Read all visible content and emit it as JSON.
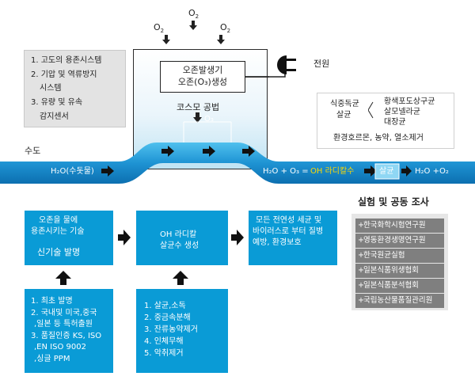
{
  "top_left_box": {
    "items": [
      "1. 고도의 용존시스템",
      "2. 기압 및 역류방지",
      "시스템",
      "3. 유량 및 유속",
      "감지센서"
    ]
  },
  "o2_labels": [
    "O",
    "O",
    "O"
  ],
  "o2_subscript": "2",
  "generator": {
    "line1": "오존발생기",
    "line2": "오존(O₃)생성"
  },
  "method": "코스모 공법",
  "o3_label": "O₃",
  "power_label": "전원",
  "water_source": "수도",
  "h2o_label": "H₂O(수돗물)",
  "reaction": {
    "left": "H₂O + O₃ =",
    "highlight": "OH 라디칼수",
    "sterilize": "살균",
    "result": "H₂O +O₂"
  },
  "bacteria_box": {
    "left1": "식중독균",
    "left2": "살균",
    "right1": "황색포도상구균",
    "right2": "살모넬라균",
    "right3": "대장균",
    "bottom": "환경호르몬, 농약, 열소제거"
  },
  "tech_box": {
    "line1": "오존을 물에",
    "line2": "용존시키는 기술",
    "line3": "신기술 발명"
  },
  "oh_box": {
    "line1": "OH 라디칼",
    "line2": "살균수 생성"
  },
  "result_box": {
    "line1": "모든 전연성 세균 및",
    "line2": "바이러스로 부터 질병",
    "line3": "예방, 환경보호"
  },
  "patent_box": {
    "items": [
      "1. 최초 발명",
      "2. 국내및 미국,중국",
      ",일본 등 특허출원",
      "3. 품질인증 KS, ISO",
      ",EN ISO 9002",
      ",싱글 PPM"
    ]
  },
  "effects_box": {
    "items": [
      "1. 살균,소독",
      "2. 중금속분해",
      "3. 잔류농약제거",
      "4. 인체무해",
      "5. 악취제거"
    ]
  },
  "labs": {
    "title": "실험 및 공동 조사",
    "items": [
      "한국화학시험연구원",
      "영동환경생명연구원",
      "한국원균실험",
      "일본식품위생협회",
      "일본식품분석협회",
      "국립농산물품질관리원"
    ]
  },
  "colors": {
    "pipe": "#1b8fd0",
    "box_blue": "#0a9bd6",
    "lab_gray": "#7f7f7f",
    "highlight_yellow": "#ffd800"
  }
}
